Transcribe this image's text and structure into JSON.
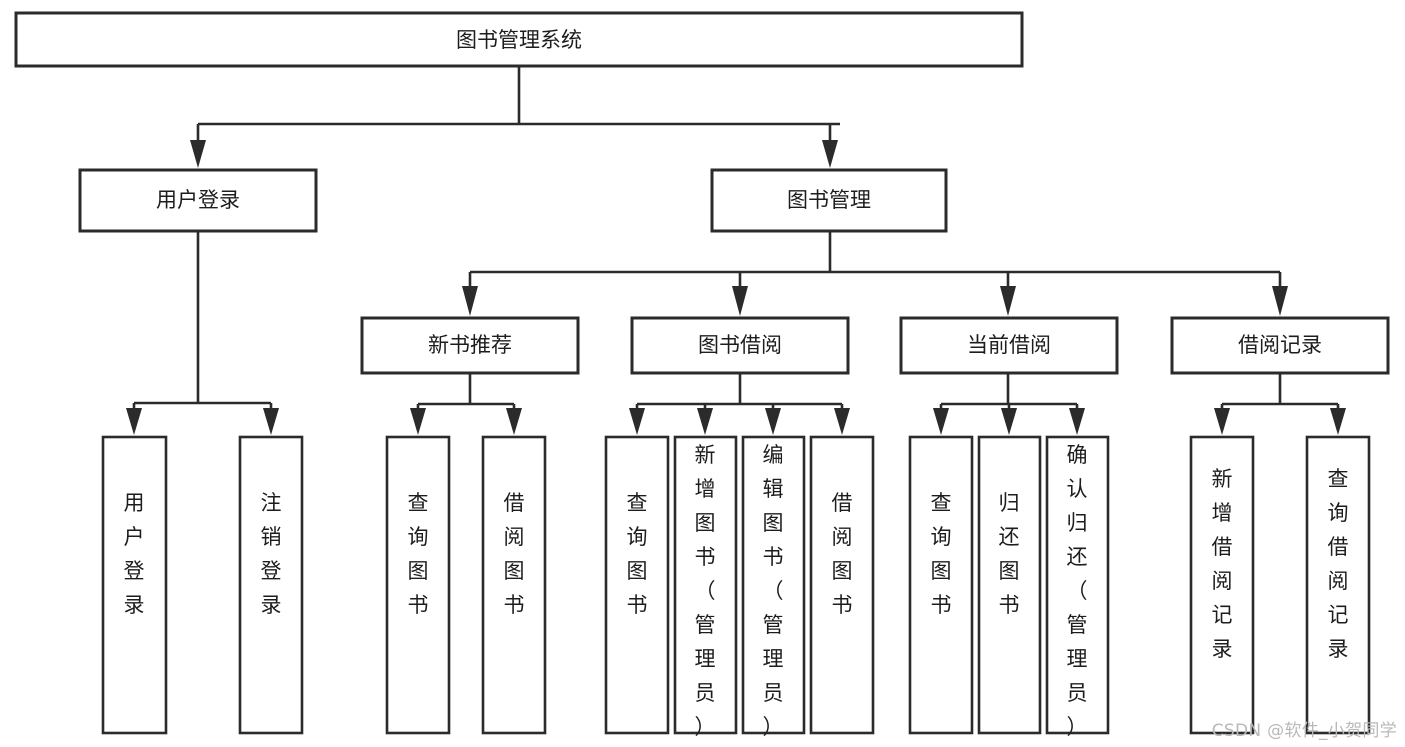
{
  "diagram": {
    "title": "图书管理系统",
    "watermark": "CSDN @软件_小贺同学",
    "colors": {
      "background": "#ffffff",
      "stroke": "#2b2b2b",
      "text": "#1d1d1d",
      "watermark": "#b9b9b9"
    },
    "nodes": {
      "root": {
        "label": "图书管理系统",
        "level": 0
      },
      "user_login": {
        "label": "用户登录",
        "level": 1
      },
      "book_manage": {
        "label": "图书管理",
        "level": 1
      },
      "new_book_rec": {
        "label": "新书推荐",
        "level": 2
      },
      "book_borrow": {
        "label": "图书借阅",
        "level": 2
      },
      "current_borrow": {
        "label": "当前借阅",
        "level": 2
      },
      "borrow_record": {
        "label": "借阅记录",
        "level": 2
      },
      "leaf_user_login": {
        "label": "用户登录",
        "level": 3
      },
      "leaf_logout": {
        "label": "注销登录",
        "level": 3
      },
      "leaf_query_book_1": {
        "label": "查询图书",
        "level": 3
      },
      "leaf_borrow_book_1": {
        "label": "借阅图书",
        "level": 3
      },
      "leaf_query_book_2": {
        "label": "查询图书",
        "level": 3
      },
      "leaf_add_book": {
        "label": "新增图书（管理员）",
        "level": 3
      },
      "leaf_edit_book": {
        "label": "编辑图书（管理员）",
        "level": 3
      },
      "leaf_borrow_book_2": {
        "label": "借阅图书",
        "level": 3
      },
      "leaf_query_book_3": {
        "label": "查询图书",
        "level": 3
      },
      "leaf_return_book": {
        "label": "归还图书",
        "level": 3
      },
      "leaf_confirm_return": {
        "label": "确认归还（管理员）",
        "level": 3
      },
      "leaf_add_record": {
        "label": "新增借阅记录",
        "level": 3
      },
      "leaf_query_record": {
        "label": "查询借阅记录",
        "level": 3
      }
    },
    "edges": [
      {
        "from": "root",
        "to": "user_login"
      },
      {
        "from": "root",
        "to": "book_manage"
      },
      {
        "from": "user_login",
        "to": "leaf_user_login"
      },
      {
        "from": "user_login",
        "to": "leaf_logout"
      },
      {
        "from": "book_manage",
        "to": "new_book_rec"
      },
      {
        "from": "book_manage",
        "to": "book_borrow"
      },
      {
        "from": "book_manage",
        "to": "current_borrow"
      },
      {
        "from": "book_manage",
        "to": "borrow_record"
      },
      {
        "from": "new_book_rec",
        "to": "leaf_query_book_1"
      },
      {
        "from": "new_book_rec",
        "to": "leaf_borrow_book_1"
      },
      {
        "from": "book_borrow",
        "to": "leaf_query_book_2"
      },
      {
        "from": "book_borrow",
        "to": "leaf_add_book"
      },
      {
        "from": "book_borrow",
        "to": "leaf_edit_book"
      },
      {
        "from": "book_borrow",
        "to": "leaf_borrow_book_2"
      },
      {
        "from": "current_borrow",
        "to": "leaf_query_book_3"
      },
      {
        "from": "current_borrow",
        "to": "leaf_return_book"
      },
      {
        "from": "current_borrow",
        "to": "leaf_confirm_return"
      },
      {
        "from": "borrow_record",
        "to": "leaf_add_record"
      },
      {
        "from": "borrow_record",
        "to": "leaf_query_record"
      }
    ]
  }
}
